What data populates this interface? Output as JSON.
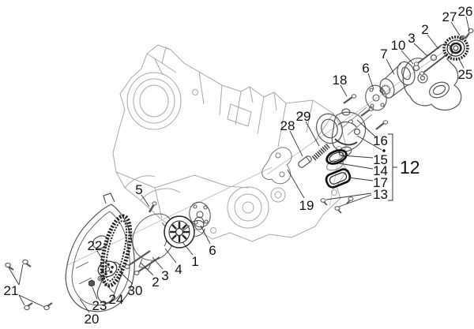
{
  "figure": {
    "type": "exploded-parts-diagram",
    "colors": {
      "line_light": "#a8a8a8",
      "line_medium": "#555555",
      "line_dark": "#1c1c1c",
      "label": "#111111",
      "background": "#ffffff"
    },
    "group_bracket": {
      "label": "12",
      "groups_callouts": [
        "16",
        "15",
        "14",
        "17",
        "13"
      ]
    },
    "callouts": [
      {
        "num": "26"
      },
      {
        "num": "27"
      },
      {
        "num": "2"
      },
      {
        "num": "3"
      },
      {
        "num": "10"
      },
      {
        "num": "7"
      },
      {
        "num": "6"
      },
      {
        "num": "18"
      },
      {
        "num": "25"
      },
      {
        "num": "29"
      },
      {
        "num": "28"
      },
      {
        "num": "16"
      },
      {
        "num": "15"
      },
      {
        "num": "14"
      },
      {
        "num": "12"
      },
      {
        "num": "17"
      },
      {
        "num": "13"
      },
      {
        "num": "19"
      },
      {
        "num": "5"
      },
      {
        "num": "6"
      },
      {
        "num": "1"
      },
      {
        "num": "4"
      },
      {
        "num": "3"
      },
      {
        "num": "2"
      },
      {
        "num": "30"
      },
      {
        "num": "24"
      },
      {
        "num": "23"
      },
      {
        "num": "22"
      },
      {
        "num": "21"
      },
      {
        "num": "20"
      }
    ]
  }
}
